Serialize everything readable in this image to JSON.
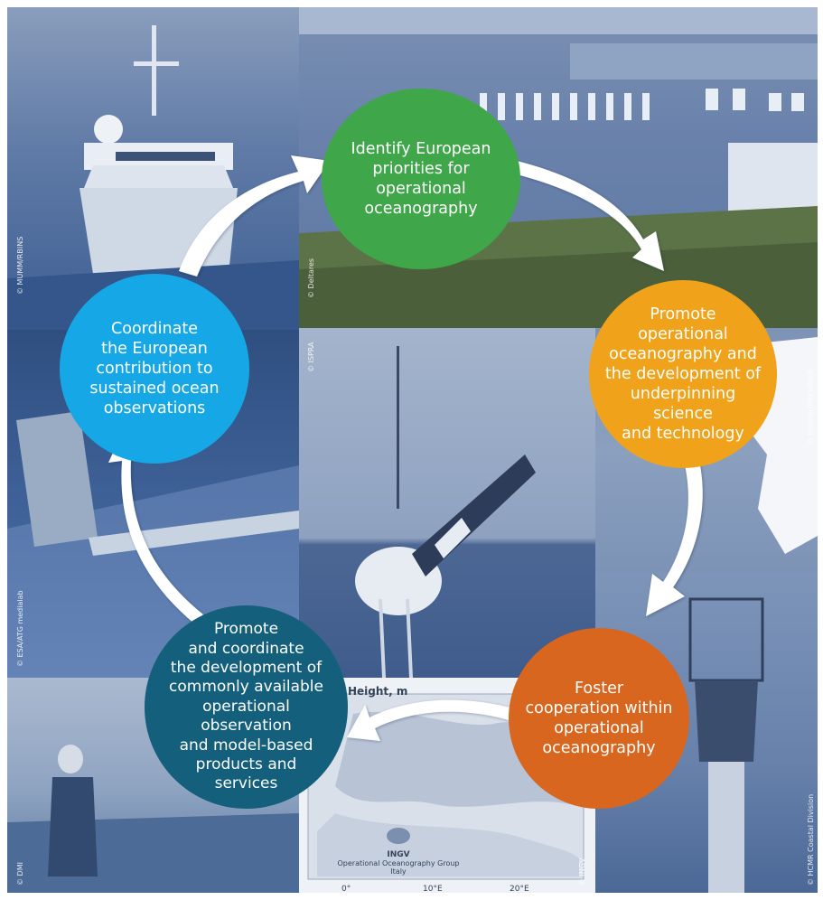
{
  "nodes": [
    {
      "id": "identify",
      "text": "Identify European\npriorities for\noperational\noceanography",
      "color": "#3fa64a"
    },
    {
      "id": "promote",
      "text": "Promote\noperational\noceanography and\nthe development of\nunderpinning science\nand technology",
      "color": "#f0a21a"
    },
    {
      "id": "foster",
      "text": "Foster\ncooperation within\noperational\noceanography",
      "color": "#d9661f"
    },
    {
      "id": "coordinate_dev",
      "text": "Promote\nand coordinate\nthe development of\ncommonly available\noperational observation\nand model-based\nproducts and\nservices",
      "color": "#135f7c"
    },
    {
      "id": "coordinate_contrib",
      "text": "Coordinate\nthe European\ncontribution to\nsustained ocean\nobservations",
      "color": "#16a7e6"
    }
  ],
  "credits": {
    "ship": "© MUMM/RBINS",
    "harbour": "© Deltares",
    "buoy": "© ISPRA",
    "map_right": "© Ifremer/PREVIMER",
    "satellite": "© ESA/ATG medialab",
    "person": "© DMI",
    "map_bottom": "© INGV",
    "tower": "© HCMR Coastal Division"
  },
  "map": {
    "title": "Height, m",
    "org_short": "INGV",
    "org_line1": "Operational Oceanography Group",
    "org_line2": "Italy",
    "ticks": [
      "0°",
      "10°E",
      "20°E"
    ]
  }
}
